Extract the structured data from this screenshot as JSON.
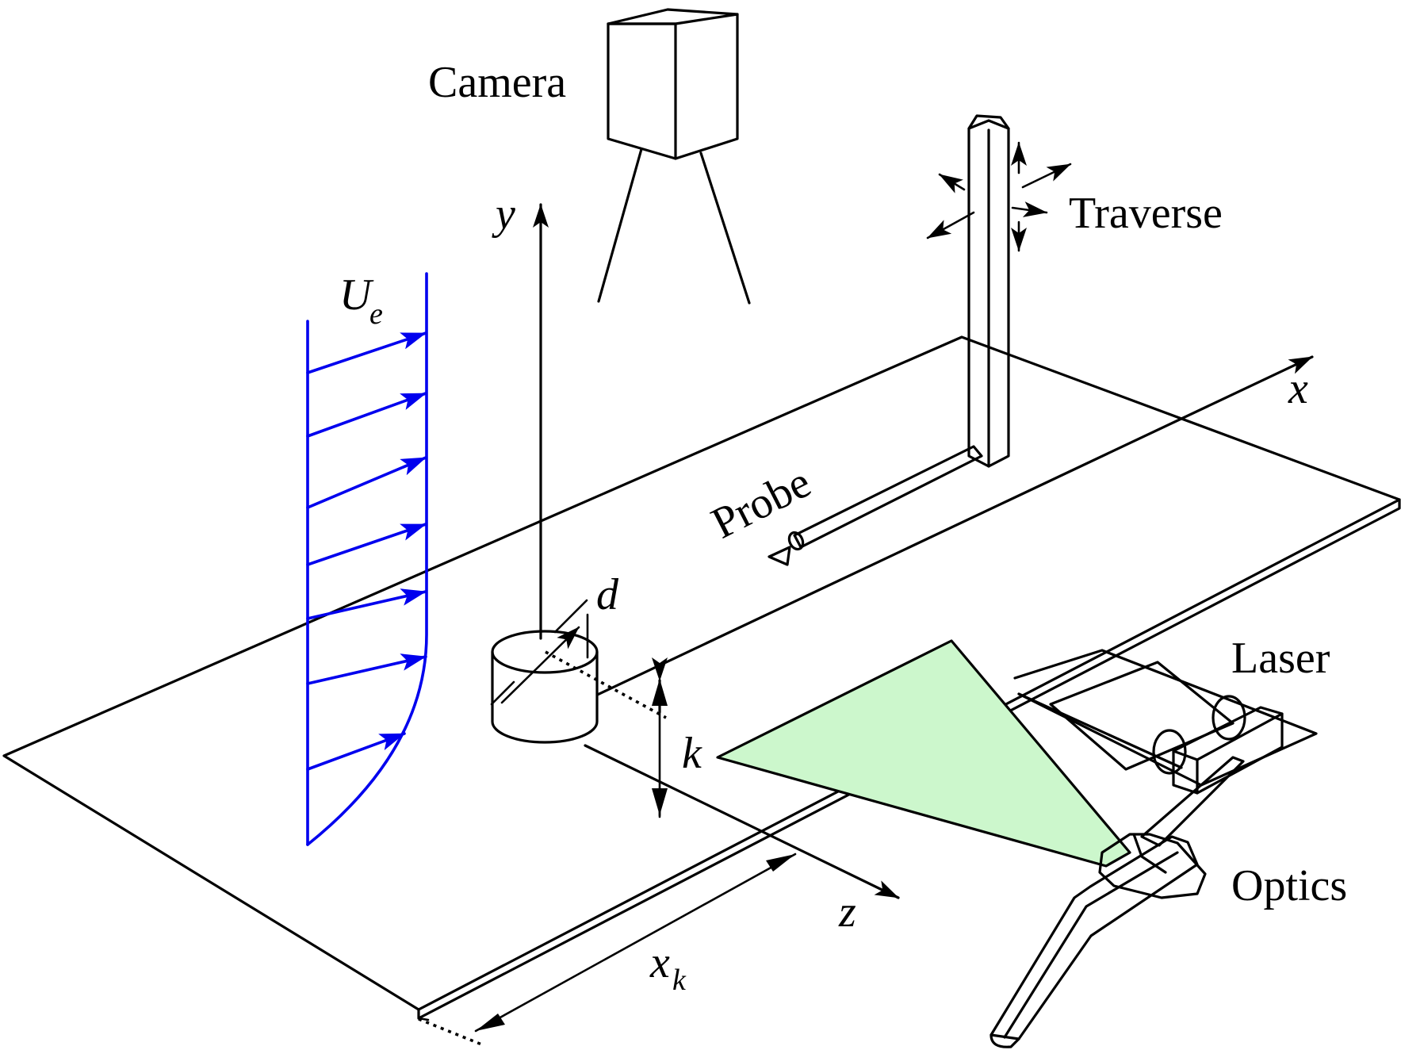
{
  "labels": {
    "camera": "Camera",
    "traverse": "Traverse",
    "probe": "Probe",
    "laser": "Laser",
    "optics": "Optics",
    "axis_x": "x",
    "axis_y": "y",
    "axis_z": "z",
    "d": "d",
    "k": "k",
    "ue_main": "U",
    "ue_sub": "e",
    "xk_main": "x",
    "xk_sub": "k"
  },
  "colors": {
    "velocity_profile": "#0000ee",
    "laser_sheet": "#ccf7cc",
    "lines": "#000000"
  }
}
